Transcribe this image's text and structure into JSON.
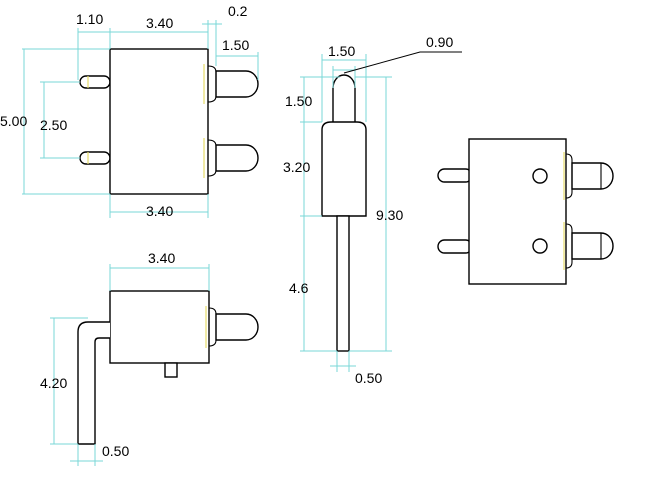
{
  "colors": {
    "outline": "#000000",
    "dimension_line": "#7ad7d7",
    "highlight": "#e6dc6a",
    "background": "#ffffff"
  },
  "views": {
    "front": {
      "dims": {
        "pin_offset": "1.10",
        "body_width": "3.40",
        "gap": "0.2",
        "plunger_length": "1.50",
        "body_height": "5.00",
        "pin_pitch": "2.50",
        "bottom_width": "3.40"
      }
    },
    "side": {
      "dims": {
        "width": "3.40",
        "pin_length": "4.20",
        "pin_width": "0.50"
      }
    },
    "plunger": {
      "dims": {
        "tip_width": "1.50",
        "tip_diameter": "0.90",
        "tip_length": "1.50",
        "body_length": "3.20",
        "total_length": "9.30",
        "pin_length": "4.6",
        "pin_width": "0.50"
      }
    }
  }
}
